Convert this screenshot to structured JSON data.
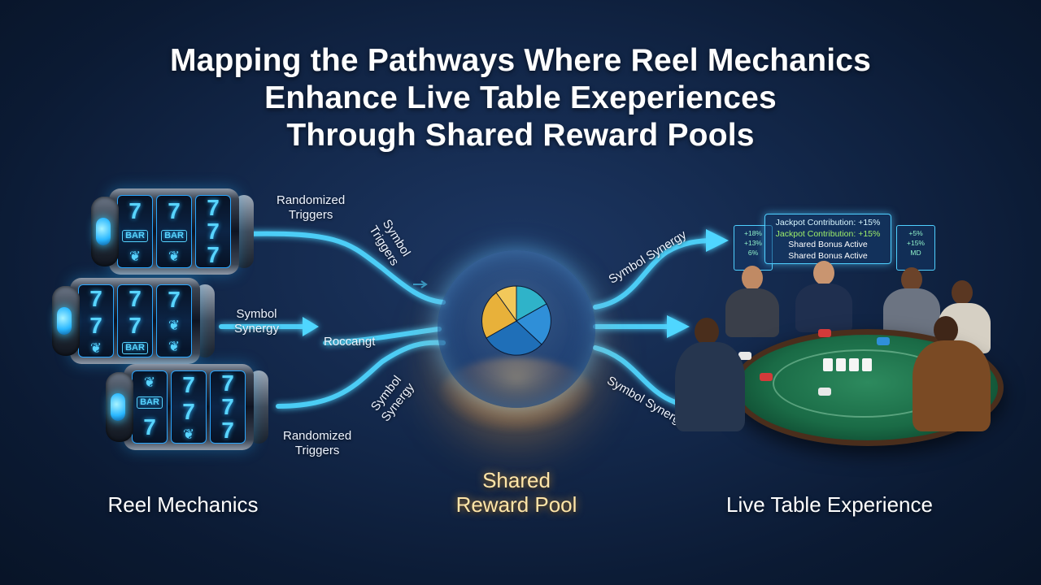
{
  "title": {
    "line1": "Mapping the Pathways Where Reel Mechanics",
    "line2": "Enhance Live Table Exeperiences",
    "line3": "Through Shared Reward Pools"
  },
  "sections": {
    "reels": "Reel Mechanics",
    "pool_line1": "Shared",
    "pool_line2": "Reward Pool",
    "table": "Live Table Experience"
  },
  "flow_labels": {
    "randomized_top_1": "Randomized",
    "randomized_top_2": "Triggers",
    "symbol_triggers_1": "Symbol",
    "symbol_triggers_2": "Triggers",
    "symbol_synergy_mid_1": "Symbol",
    "symbol_synergy_mid_2": "Synergy",
    "roccangt": "Roccangt",
    "symbol_synergy_low_1": "Symbol",
    "symbol_synergy_low_2": "Synergy",
    "randomized_bottom_1": "Randomized",
    "randomized_bottom_2": "Triggers",
    "out_synergy_top": "Symbol Synergy",
    "out_synergy_bottom": "Symbol Synergy"
  },
  "reels": [
    [
      "7",
      "BAR",
      "❦",
      "7",
      "BAR",
      "❦",
      "7",
      "7",
      "7"
    ],
    [
      "7",
      "7",
      "❦",
      "7",
      "7",
      "BAR",
      "7",
      "❦",
      "❦"
    ],
    [
      "❦",
      "BAR",
      "7",
      "7",
      "7",
      "❦",
      "7",
      "7",
      "7"
    ]
  ],
  "panel": {
    "line1": "Jackpot Contribution: +15%",
    "line2": "Jackpot Contribution: +15%",
    "line3": "Shared Bonus Active",
    "line4": "Shared Bonus Active"
  },
  "side_panels": {
    "left": [
      "+18%",
      "+13%",
      "6%"
    ],
    "right": [
      "+5%",
      "+15%",
      "MD"
    ]
  },
  "colors": {
    "flow": "#4fd6ff",
    "pool_gold": "#ffe5a8",
    "felt": "#1a6b46",
    "pie_gold": "#e8b13a",
    "pie_blue": "#2f8fd8",
    "pie_teal": "#2fb3c9"
  },
  "icons": {
    "reel_symbols": [
      "seven-symbol",
      "bar-symbol",
      "cherry-icon"
    ],
    "flow_arrow": "arrow-right-icon"
  }
}
